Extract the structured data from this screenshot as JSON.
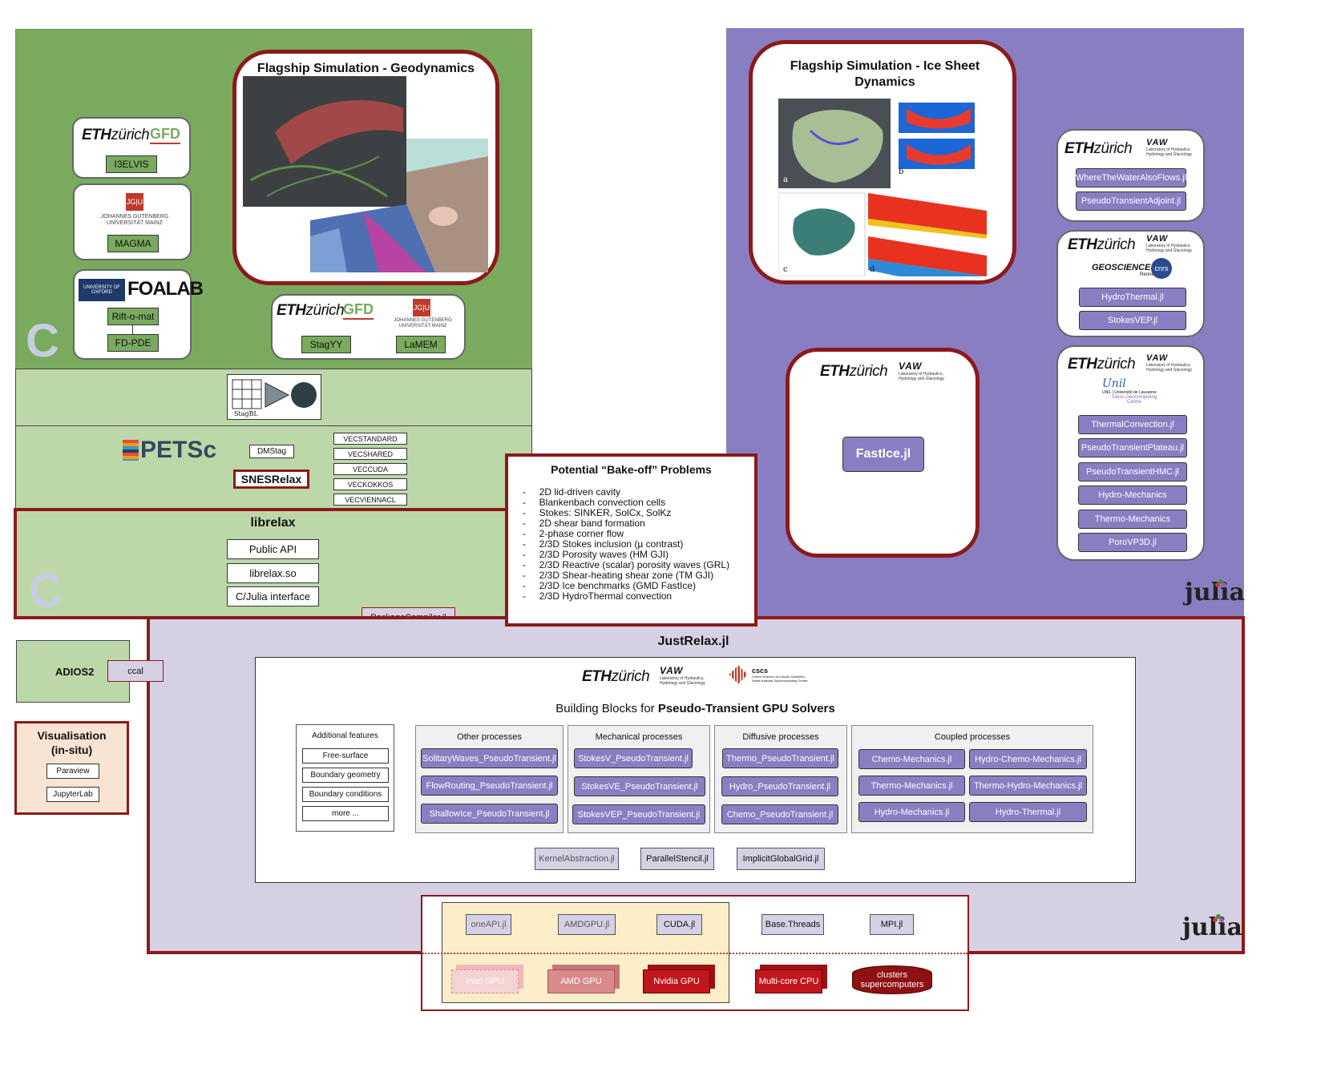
{
  "geodynamics": {
    "title": "Flagship Simulation - Geodynamics",
    "c_letter": "C",
    "eth_group_1": {
      "eth": "ETH",
      "zurich": "zürich",
      "gfd": "GFD",
      "button": "I3ELVIS"
    },
    "jgu_group": {
      "mark": "JG|U",
      "text1": "JOHANNES GUTENBERG",
      "text2": "UNIVERSITÄT MAINZ",
      "button": "MAGMA"
    },
    "oxford_group": {
      "crest": "UNIVERSITY OF OXFORD",
      "foalab": "FOALAB",
      "button1": "Rift-o-mat",
      "button2": "FD-PDE"
    },
    "eth_jgu_group": {
      "eth": "ETH",
      "zurich": "zürich",
      "gfd": "GFD",
      "mark": "JG|U",
      "text1": "JOHANNES GUTENBERG",
      "text2": "UNIVERSITÄT MAINZ",
      "button1": "StagYY",
      "button2": "LaMEM"
    }
  },
  "stagbl": {
    "label": "StagBL"
  },
  "petsc": {
    "logo": "PETSc",
    "dmstag": "DMStag",
    "snesrelax": "SNESRelax",
    "vec_types": [
      "VECSTANDARD",
      "VECSHARED",
      "VECCUDA",
      "VECKOKKOS",
      "VECVIENNACL"
    ]
  },
  "librelax": {
    "title": "librelax",
    "c_letter": "C",
    "items": [
      "Public API",
      "librelax.so",
      "C/Julia interface"
    ]
  },
  "package_compiler": "PackageCompiler.jl",
  "bakeoff": {
    "title": "Potential “Bake-off” Problems",
    "items": [
      "2D lid-driven cavity",
      "Blankenbach convection cells",
      "Stokes: SINKER, SolCx, SolKz",
      "2D shear band formation",
      "2-phase corner flow",
      "2/3D Stokes inclusion (µ contrast)",
      "2/3D Porosity waves (HM GJI)",
      "2/3D Reactive (scalar) porosity waves (GRL)",
      "2/3D Shear-heating shear zone (TM GJI)",
      "2/3D Ice benchmarks (GMD FastIce)",
      "2/3D HydroThermal convection"
    ]
  },
  "icesheet": {
    "title": "Flagship Simulation - Ice Sheet Dynamics",
    "fig_labels": [
      "a",
      "b",
      "c",
      "d"
    ],
    "fastice_group": {
      "eth": "ETH",
      "zurich": "zürich",
      "vaw": "VAW",
      "lab": "Laboratory of Hydraulics, Hydrology and Glaciology",
      "button": "FastIce.jl"
    }
  },
  "right_groups": {
    "group1": {
      "eth": "ETH",
      "zurich": "zürich",
      "vaw": "VAW",
      "lab": "Laboratory of Hydraulics, Hydrology and Glaciology",
      "buttons": [
        "WhereTheWaterAlsoFlows.jl",
        "PseudoTransientAdjoint.jl"
      ]
    },
    "group2": {
      "eth": "ETH",
      "zurich": "zürich",
      "vaw": "VAW",
      "lab": "Laboratory of Hydraulics, Hydrology and Glaciology",
      "geosciences": "GEOSCIENCES",
      "rennes": "Rennes",
      "cnrs": "cnrs",
      "buttons": [
        "HydroThermal.jl",
        "StokesVEP.jl"
      ]
    },
    "group3": {
      "eth": "ETH",
      "zurich": "zürich",
      "vaw": "VAW",
      "lab": "Laboratory of Hydraulics, Hydrology and Glaciology",
      "unil": "Unil",
      "unil_sub": "UNIL | Université de Lausanne",
      "sgc1": "Swiss Geocomputing",
      "sgc2": "Centre",
      "buttons": [
        "ThermalConvection.jl",
        "PseudoTransientPlateau.jl",
        "PseudoTransientHMC.jl",
        "Hydro-Mechanics",
        "Thermo-Mechanics",
        "PoroVP3D.jl"
      ]
    }
  },
  "julia_logo": "julia",
  "adios": {
    "title": "ADIOS2",
    "ccal": "ccal"
  },
  "visualisation": {
    "title1": "Visualisation",
    "title2": "(in-situ)",
    "items": [
      "Paraview",
      "JupyterLab"
    ]
  },
  "justrelax": {
    "title": "JustRelax.jl",
    "eth": "ETH",
    "zurich": "zürich",
    "vaw": "VAW",
    "lab": "Laboratory of Hydraulics, Hydrology and Glaciology",
    "cscs": "cscs",
    "cscs_sub1": "Centro Svizzero di Calcolo Scientifico",
    "cscs_sub2": "Swiss National Supercomputing Centre",
    "building_prefix": "Building Blocks for ",
    "building_bold": "Pseudo-Transient GPU Solvers",
    "additional": {
      "title": "Additional features",
      "items": [
        "Free-surface",
        "Boundary geometry",
        "Boundary conditions",
        "more ..."
      ]
    },
    "other": {
      "title": "Other processes",
      "items": [
        "SolitaryWaves_PseudoTransient.jl",
        "FlowRouting_PseudoTransient.jl",
        "ShallowIce_PseudoTransient.jl"
      ]
    },
    "mechanical": {
      "title": "Mechanical processes",
      "items": [
        "StokesV_PseudoTransient.jl",
        "StokesVE_PseudoTransient.jl",
        "StokesVEP_PseudoTransient.jl"
      ]
    },
    "diffusive": {
      "title": "Diffusive processes",
      "items": [
        "Thermo_PseudoTransient.jl",
        "Hydro_PseudoTransient.jl",
        "Chemo_PseudoTransient.jl"
      ]
    },
    "coupled": {
      "title": "Coupled processes",
      "items": [
        "Chemo-Mechanics.jl",
        "Hydro-Chemo-Mechanics.jl",
        "Thermo-Mechanics.jl",
        "Thermo-Hydro-Mechanics.jl",
        "Hydro-Mechanics.jl",
        "Hydro-Thermal.jl"
      ]
    },
    "backends": [
      "KernelAbstraction.jl",
      "ParallelStencil.jl",
      "ImplicitGlobalGrid.jl"
    ]
  },
  "hardware": {
    "top": [
      "oneAPI.jl",
      "AMDGPU.jl",
      "CUDA.jl",
      "Base.Threads",
      "MPI.jl"
    ],
    "bottom": [
      "Intel GPU",
      "AMD GPU",
      "Nvidia GPU",
      "Multi-core CPU"
    ],
    "clusters1": "clusters",
    "clusters2": "supercomputers"
  },
  "colors": {
    "green": "#7aaa5e",
    "lightgreen": "#bcd7a8",
    "purple": "#8a7ec2",
    "lavender": "#d6d0e4",
    "darkred": "#8b1a1a"
  }
}
